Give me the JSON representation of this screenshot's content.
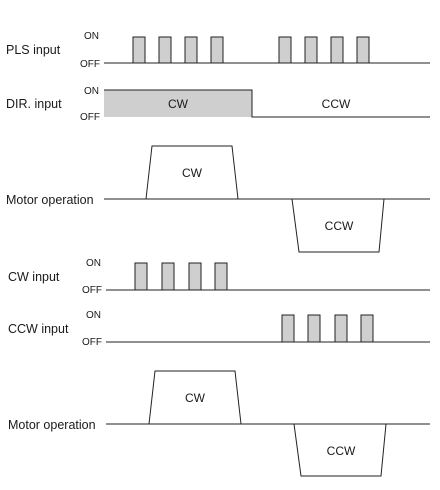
{
  "signals": {
    "pls_input": "PLS input",
    "dir_input": "DIR. input",
    "motor_operation_1": "Motor operation",
    "cw_input": "CW input",
    "ccw_input": "CCW input",
    "motor_operation_2": "Motor operation"
  },
  "levels": {
    "on": "ON",
    "off": "OFF"
  },
  "states": {
    "cw": "CW",
    "ccw": "CCW"
  },
  "colors": {
    "active_fill": "#cfcfcf",
    "line": "#222222"
  }
}
